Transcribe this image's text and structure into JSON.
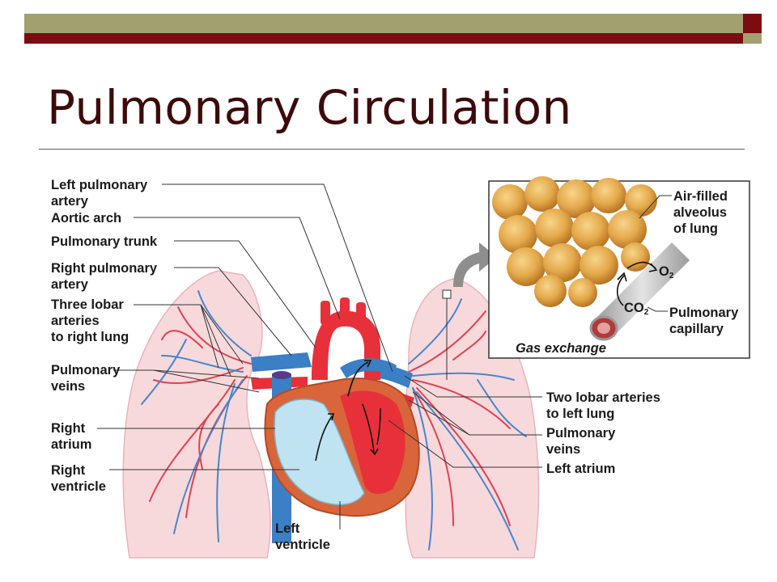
{
  "slide": {
    "title": "Pulmonary Circulation"
  },
  "labels": {
    "left_pulmonary_artery": "Left pulmonary\nartery",
    "aortic_arch": "Aortic arch",
    "pulmonary_trunk": "Pulmonary trunk",
    "right_pulmonary_artery": "Right pulmonary\nartery",
    "three_lobar_arteries": "Three lobar\narteries\nto right lung",
    "pulmonary_veins_left": "Pulmonary\nveins",
    "right_atrium": "Right\natrium",
    "right_ventricle": "Right\nventricle",
    "left_ventricle": "Left\nventricle",
    "two_lobar_arteries": "Two lobar arteries\nto left lung",
    "pulmonary_veins_right": "Pulmonary\nveins",
    "left_atrium": "Left atrium",
    "air_filled_alveolus": "Air-filled\nalveolus\nof lung",
    "pulmonary_capillary": "Pulmonary\ncapillary",
    "gas_exchange": "Gas exchange",
    "o2": "O",
    "o2_sub": "2",
    "co2": "CO",
    "co2_sub": "2"
  },
  "colors": {
    "bar_olive": "#a3a06f",
    "bar_maroon": "#7a0c12",
    "title": "#3d0a0a",
    "artery_red": "#e8303a",
    "vein_blue": "#3b7fc4",
    "lung_pink": "#f7d9dc"
  }
}
